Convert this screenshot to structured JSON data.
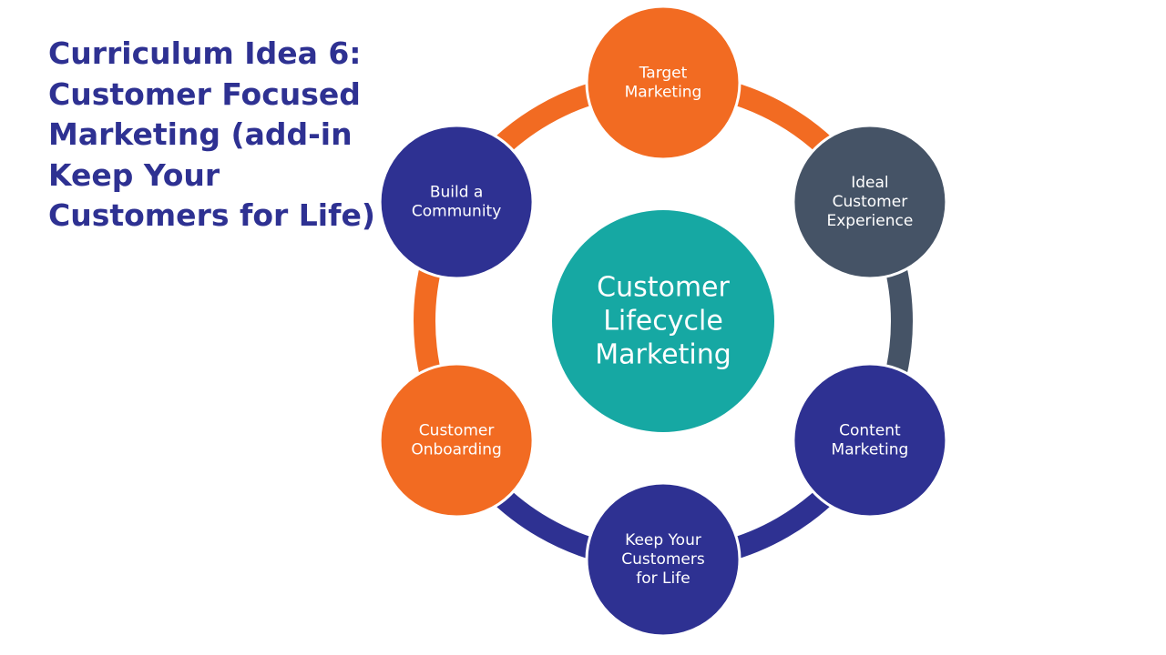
{
  "slide": {
    "title_lines": [
      "Curriculum Idea 6:",
      "Customer Focused",
      "Marketing (add-in",
      "Keep Your",
      "Customers for Life)"
    ]
  },
  "diagram": {
    "center": {
      "lines": [
        "Customer",
        "Lifecycle",
        "Marketing"
      ],
      "color": "#16a8a3"
    },
    "nodes": [
      {
        "lines": [
          "Target",
          "Marketing"
        ],
        "color": "#f26b22"
      },
      {
        "lines": [
          "Ideal",
          "Customer",
          "Experience"
        ],
        "color": "#455366"
      },
      {
        "lines": [
          "Content",
          "Marketing"
        ],
        "color": "#2e3192"
      },
      {
        "lines": [
          "Keep Your",
          "Customers",
          "for Life"
        ],
        "color": "#2e3192"
      },
      {
        "lines": [
          "Customer",
          "Onboarding"
        ],
        "color": "#f26b22"
      },
      {
        "lines": [
          "Build a",
          "Community"
        ],
        "color": "#2e3192"
      }
    ],
    "connector_colors": [
      "#f26b22",
      "#455366",
      "#2e3192",
      "#2e3192",
      "#f26b22",
      "#f26b22"
    ]
  }
}
